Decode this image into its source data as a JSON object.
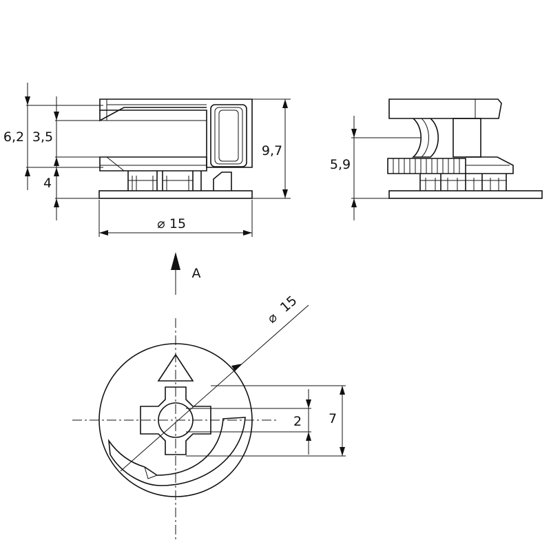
{
  "front_view": {
    "dim_total_height": "6,2",
    "dim_slot_height": "3,5",
    "dim_base_height": "4",
    "dim_part_height": "9,7",
    "dim_diameter": "15"
  },
  "side_view": {
    "dim_slot_center": "5,9"
  },
  "view_arrow": {
    "label": "A"
  },
  "top_view": {
    "dim_diameter": "15",
    "dim_bore": "2",
    "dim_cross": "7"
  },
  "symbols": {
    "diameter": "⌀"
  }
}
